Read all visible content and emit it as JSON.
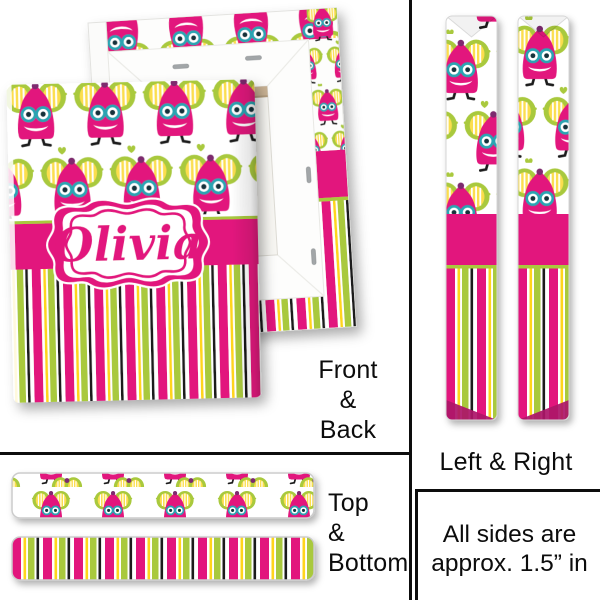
{
  "product": {
    "personalization_name": "Olivia",
    "palette": {
      "magenta": "#E2187D",
      "dark_magenta": "#AD1468",
      "green": "#A9C93D",
      "yellow": "#FFD51C",
      "teal": "#2AA4B2",
      "black": "#1A1A1A",
      "wood_tan": "#C8B193"
    }
  },
  "labels": {
    "front_back": [
      "Front",
      "&",
      "Back"
    ],
    "left_right": "Left & Right",
    "top_bottom": [
      "Top",
      "&",
      "Bottom"
    ],
    "note": [
      "All sides are",
      "approx. 1.5” in"
    ]
  }
}
